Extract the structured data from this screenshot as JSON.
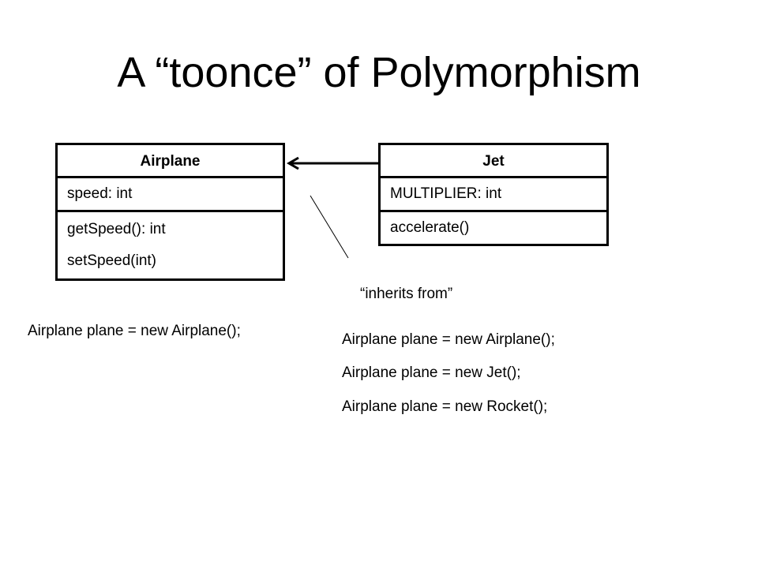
{
  "slide": {
    "title": "A “toonce” of Polymorphism"
  },
  "classes": {
    "airplane": {
      "name": "Airplane",
      "attributes": [
        "speed: int"
      ],
      "methods": [
        "getSpeed(): int",
        "setSpeed(int)"
      ]
    },
    "jet": {
      "name": "Jet",
      "attributes": [
        "MULTIPLIER: int"
      ],
      "methods": [
        "accelerate()"
      ]
    }
  },
  "relationship": {
    "label": "“inherits from”"
  },
  "code": {
    "left": [
      "Airplane plane = new Airplane();"
    ],
    "right": [
      "Airplane plane = new Airplane();",
      "Airplane plane = new Jet();",
      "Airplane plane = new Rocket();"
    ]
  }
}
